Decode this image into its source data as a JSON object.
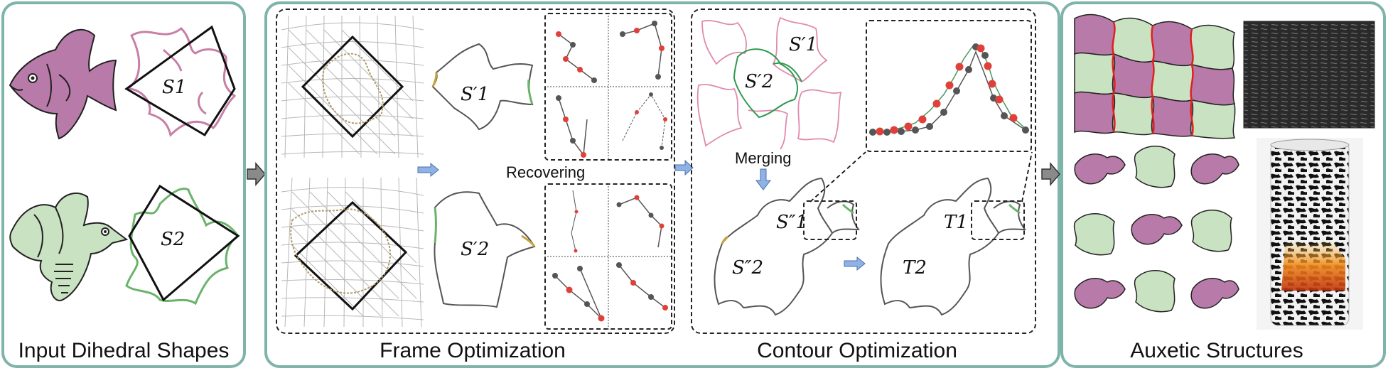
{
  "panels": {
    "input": {
      "caption": "Input Dihedral Shapes"
    },
    "frame": {
      "caption": "Frame Optimization"
    },
    "contour": {
      "caption": "Contour Optimization"
    },
    "auxetic": {
      "caption": "Auxetic Structures"
    }
  },
  "labels": {
    "s1": "S1",
    "s2": "S2",
    "s1_prime": "S′1",
    "s2_prime": "S′2",
    "s1_dprime": "S″1",
    "s2_dprime": "S″2",
    "t1": "T1",
    "t2": "T2"
  },
  "steps": {
    "recovering": "Recovering",
    "merging": "Merging"
  },
  "colors": {
    "panel_border": "#7fb4aa",
    "fish_fill": "#b87aa8",
    "fish_outline": "#c77fa6",
    "bird_fill": "#c9e2c2",
    "bird_outline": "#6bb36b",
    "contour_red": "#e0403a",
    "contour_gray": "#555555",
    "arrow_blue": "#8fb2e6"
  }
}
